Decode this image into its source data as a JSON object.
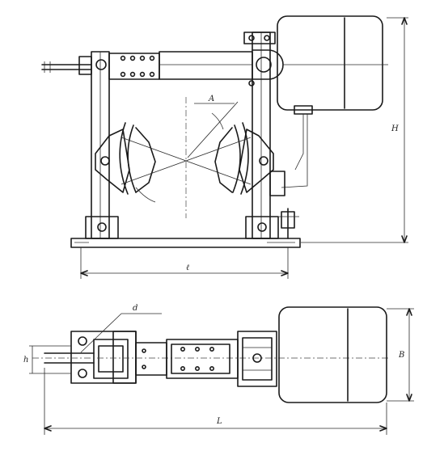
{
  "labels": {
    "angle": "A",
    "height": "H",
    "center_distance": "ℓ",
    "width_b": "B",
    "detail_d": "d",
    "shaft_h": "h",
    "length": "L"
  }
}
